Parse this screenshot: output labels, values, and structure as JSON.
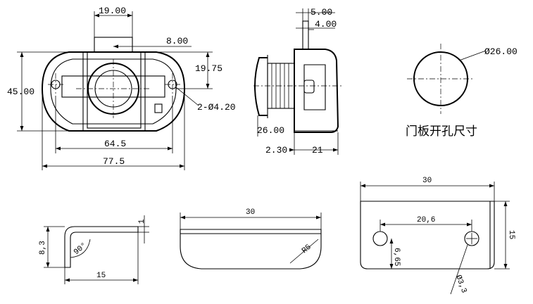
{
  "front_view": {
    "width_top": "19.00",
    "offset": "8.00",
    "height_half": "19.75",
    "height_total": "45.00",
    "holes": "2-Ø4.20",
    "hole_spacing": "64.5",
    "overall_width": "77.5"
  },
  "side_view": {
    "top_a": "5.00",
    "top_b": "4.00",
    "diameter": "26.00",
    "flange": "2.30",
    "depth": "21"
  },
  "cutout": {
    "diameter": "Ø26.00",
    "caption": "门板开孔尺寸"
  },
  "bracket": {
    "thickness": "1",
    "height": "8,3",
    "angle": "90°",
    "length": "15"
  },
  "plate_edge": {
    "length": "30",
    "radius": "R5"
  },
  "plate_face": {
    "width": "30",
    "hole_spacing": "20,6",
    "height": "15",
    "hole_offset": "6,65",
    "hole_diameter": "Ø3,3"
  }
}
